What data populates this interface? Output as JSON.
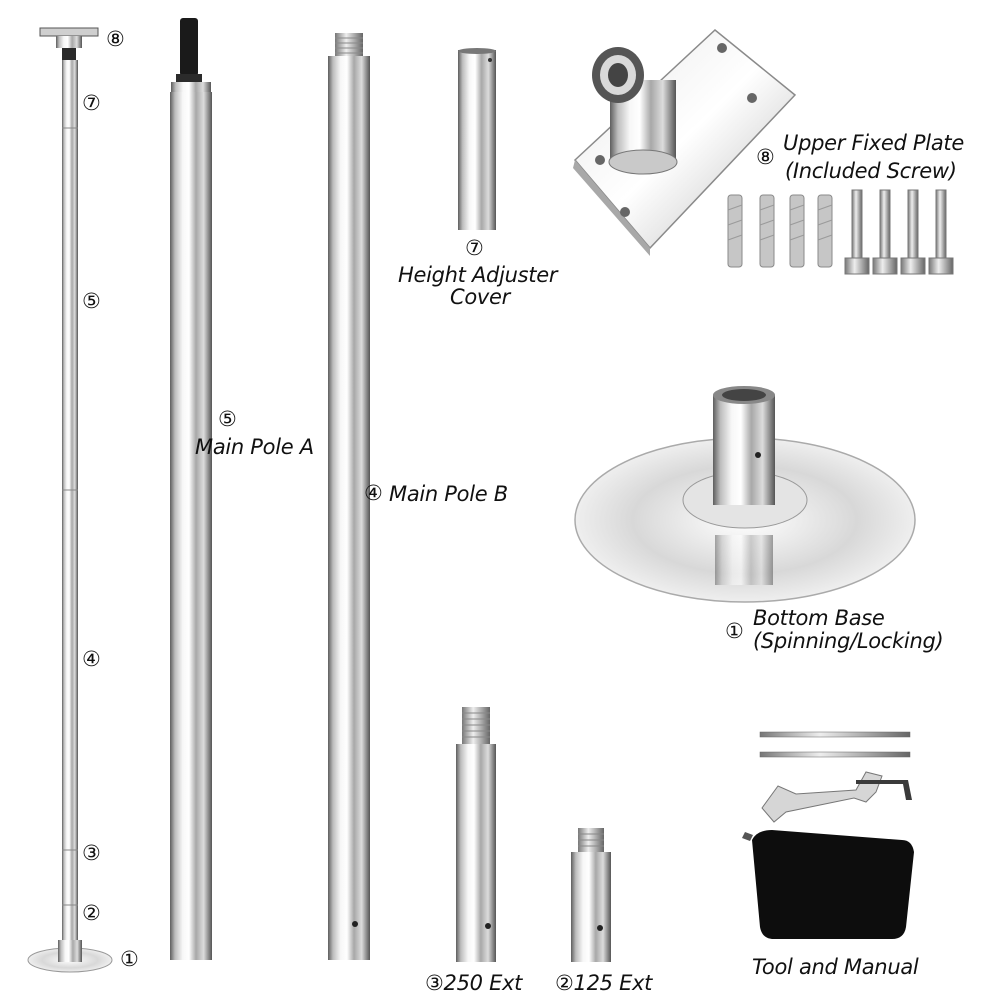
{
  "assembled_markers": {
    "m8": "⑧",
    "m7": "⑦",
    "m5": "⑤",
    "m4": "④",
    "m3": "③",
    "m2": "②",
    "m1": "①"
  },
  "parts": {
    "main_pole_a": {
      "num": "⑤",
      "label": "Main Pole A"
    },
    "main_pole_b": {
      "num": "④",
      "label": "Main Pole B"
    },
    "height_adjuster": {
      "num": "⑦",
      "label_line1": "Height Adjuster",
      "label_line2": "Cover"
    },
    "upper_plate": {
      "num": "⑧",
      "label_line1": "Upper Fixed Plate",
      "label_line2": "(Included Screw)"
    },
    "bottom_base": {
      "num": "①",
      "label_line1": "Bottom Base",
      "label_line2": "(Spinning/Locking)"
    },
    "ext_250": {
      "label": "③250 Ext"
    },
    "ext_125": {
      "label": "②125 Ext"
    },
    "tools": {
      "label": "Tool and Manual"
    }
  },
  "colors": {
    "chrome_dark": "#6e6e6e",
    "chrome_light": "#f4f4f4",
    "cap_black": "#1a1a1a",
    "bag_black": "#0d0d0d"
  }
}
